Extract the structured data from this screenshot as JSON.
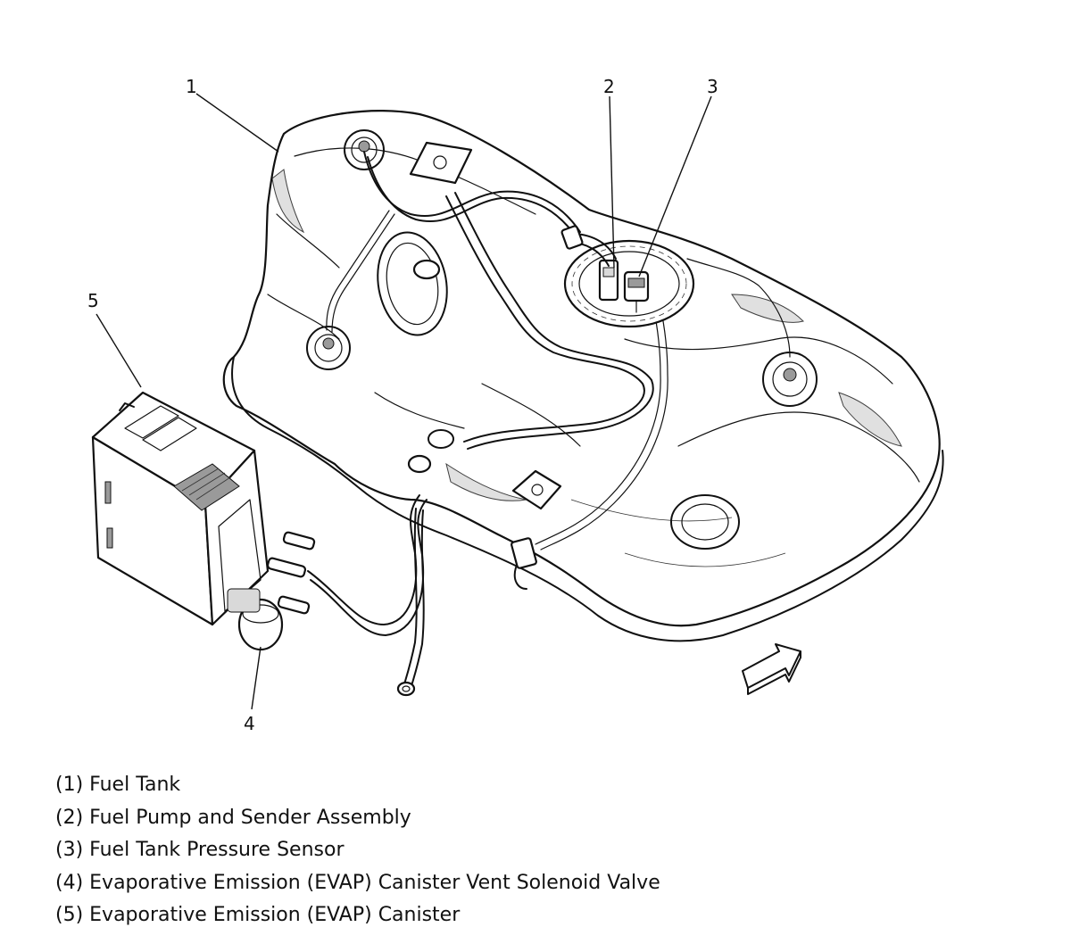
{
  "callouts": {
    "c1": "1",
    "c2": "2",
    "c3": "3",
    "c4": "4",
    "c5": "5"
  },
  "legend": [
    {
      "text": "(1) Fuel Tank"
    },
    {
      "text": "(2) Fuel Pump and Sender Assembly"
    },
    {
      "text": "(3) Fuel Tank Pressure Sensor"
    },
    {
      "text": "(4) Evaporative Emission (EVAP) Canister Vent Solenoid Valve"
    },
    {
      "text": "(5) Evaporative Emission (EVAP) Canister"
    }
  ],
  "icons": {
    "direction": "forward-arrow-icon"
  }
}
